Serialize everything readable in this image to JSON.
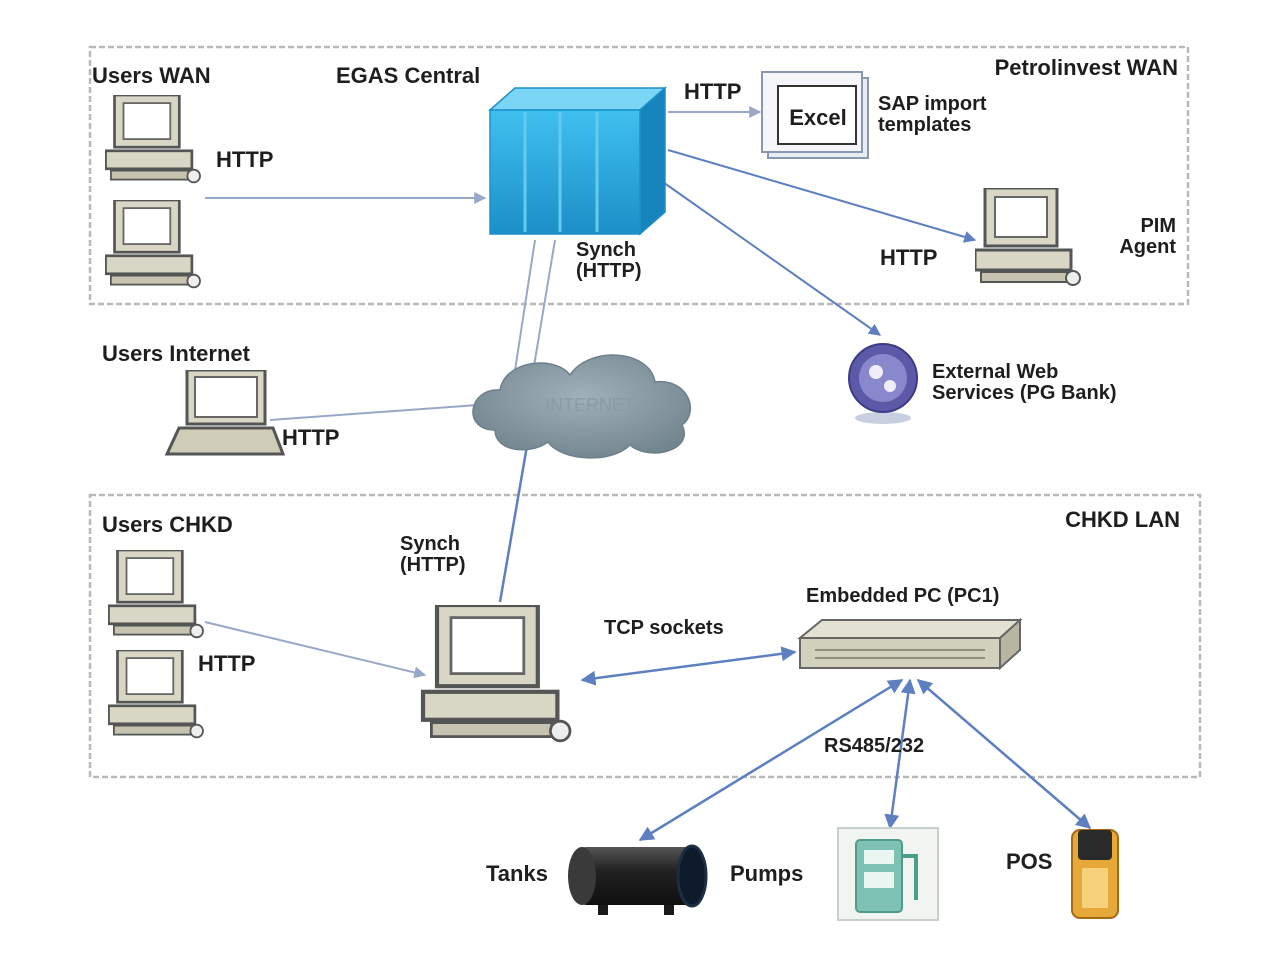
{
  "zones": {
    "petrolinvest_wan": "Petrolinvest WAN",
    "users_wan": "Users WAN",
    "chkd_lan": "CHKD LAN",
    "users_chkd": "Users CHKD",
    "users_internet": "Users Internet"
  },
  "nodes": {
    "egas_central": "EGAS Central",
    "excel": "Excel",
    "sap_templates": "SAP import\ntemplates",
    "pim_agent": "PIM\nAgent",
    "internet_cloud": "INTERNET",
    "external_ws": "External Web\nServices (PG Bank)",
    "embedded_pc": "Embedded PC (PC1)",
    "tanks": "Tanks",
    "pumps": "Pumps",
    "pos": "POS"
  },
  "links": {
    "http_users_wan": "HTTP",
    "http_excel": "HTTP",
    "http_pim": "HTTP",
    "synch_top": "Synch\n(HTTP)",
    "http_internet": "HTTP",
    "synch_chkd": "Synch\n(HTTP)",
    "tcp_sockets": "TCP sockets",
    "http_chkd": "HTTP",
    "rs485": "RS485/232"
  },
  "colors": {
    "zone_border": "#b9b9b9",
    "link_blue": "#5e7fc0",
    "server_blue": "#2aa8df",
    "computer_beige": "#d8d6c4",
    "cloud_gray": "#7f9099"
  }
}
